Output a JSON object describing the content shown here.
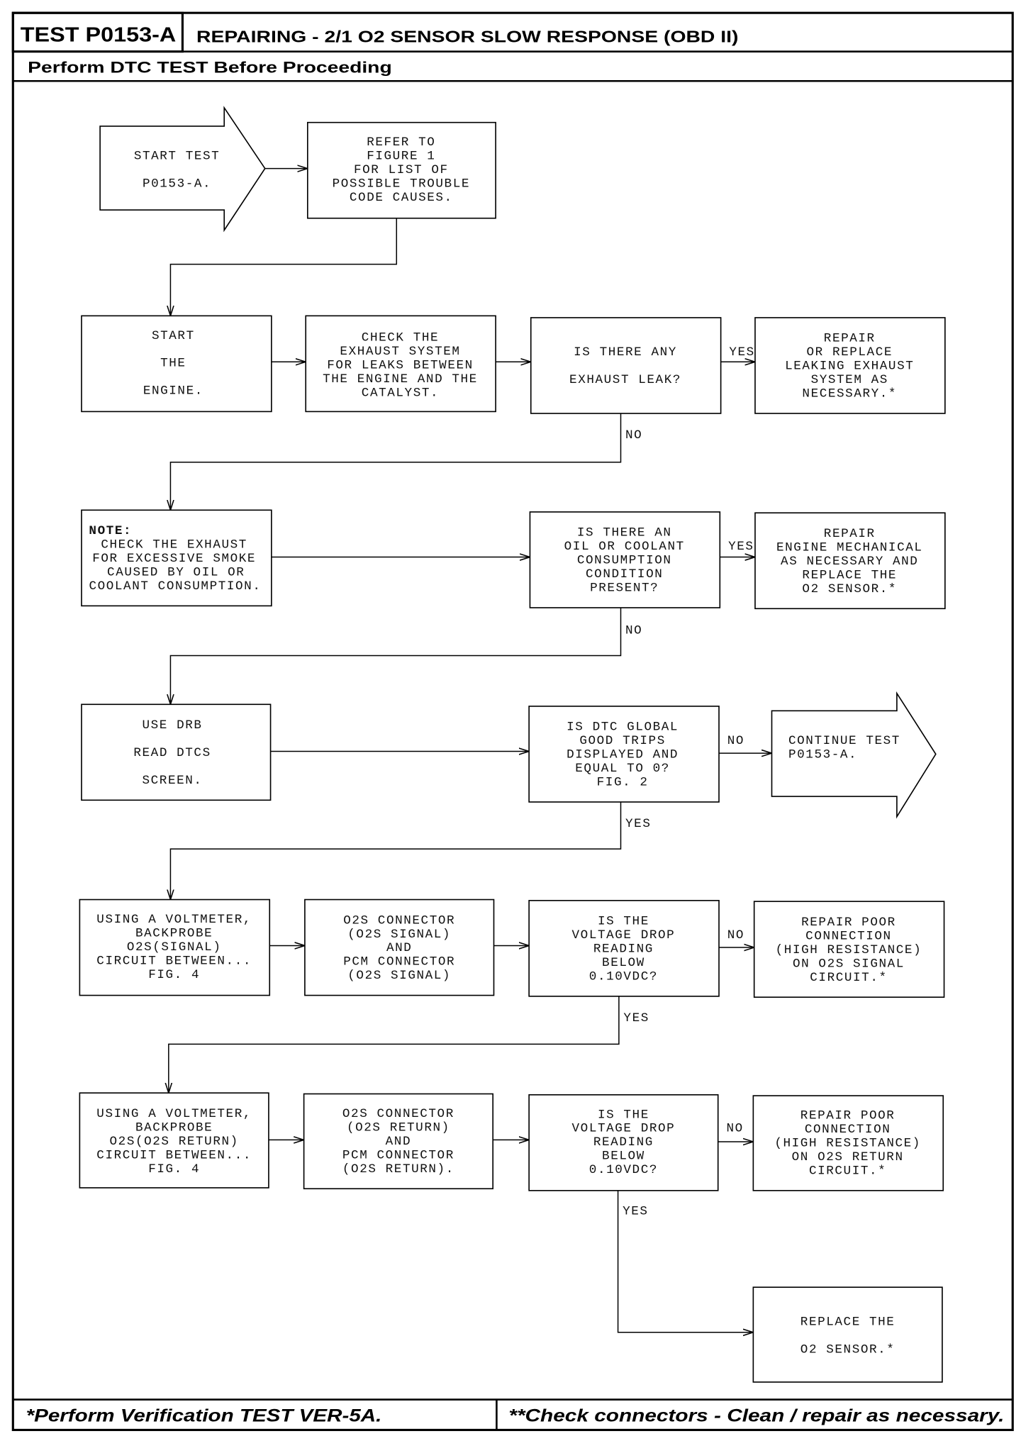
{
  "header": {
    "test_id": "TEST P0153-A",
    "title": "REPAIRING - 2/1 O2 SENSOR SLOW RESPONSE (OBD II)",
    "subtitle": "Perform DTC TEST Before Proceeding"
  },
  "flowchart": {
    "start_test": {
      "lines": [
        "START TEST",
        "P0153-A."
      ]
    },
    "refer_figure": {
      "lines": [
        "REFER TO",
        "FIGURE 1",
        "FOR LIST OF",
        "POSSIBLE TROUBLE",
        "CODE CAUSES."
      ]
    },
    "start_engine": {
      "lines": [
        "START",
        "THE",
        "ENGINE."
      ]
    },
    "check_exhaust": {
      "lines": [
        "CHECK THE",
        "EXHAUST SYSTEM",
        "FOR LEAKS BETWEEN",
        "THE ENGINE AND THE",
        "CATALYST."
      ]
    },
    "exhaust_leak_question": {
      "lines": [
        "IS THERE ANY",
        "EXHAUST LEAK?"
      ],
      "yes_label": "YES",
      "no_label": "NO"
    },
    "repair_exhaust": {
      "lines": [
        "REPAIR",
        "OR REPLACE",
        "LEAKING EXHAUST",
        "SYSTEM AS",
        "NECESSARY.*"
      ]
    },
    "note_smoke": {
      "heading": "NOTE:",
      "lines": [
        "CHECK THE EXHAUST",
        "FOR EXCESSIVE SMOKE",
        "CAUSED BY OIL OR",
        "COOLANT CONSUMPTION."
      ]
    },
    "consumption_question": {
      "lines": [
        "IS THERE AN",
        "OIL OR COOLANT",
        "CONSUMPTION",
        "CONDITION",
        "PRESENT?"
      ],
      "yes_label": "YES",
      "no_label": "NO"
    },
    "repair_engine": {
      "lines": [
        "REPAIR",
        "ENGINE MECHANICAL",
        "AS NECESSARY AND",
        "REPLACE THE",
        "O2 SENSOR.*"
      ]
    },
    "use_drb": {
      "lines": [
        "USE DRB",
        "READ DTCS",
        "SCREEN."
      ]
    },
    "good_trips_question": {
      "lines": [
        "IS DTC GLOBAL",
        "GOOD TRIPS",
        "DISPLAYED AND",
        "EQUAL TO 0?",
        "FIG. 2"
      ],
      "no_label": "NO",
      "yes_label": "YES"
    },
    "continue_test": {
      "lines": [
        "CONTINUE TEST",
        "P0153-A."
      ]
    },
    "signal_voltmeter": {
      "lines": [
        "USING A VOLTMETER,",
        "BACKPROBE",
        "O2S(SIGNAL)",
        "CIRCUIT BETWEEN...",
        "FIG. 4"
      ]
    },
    "signal_connectors": {
      "lines": [
        "O2S CONNECTOR",
        "(O2S SIGNAL)",
        "AND",
        "PCM CONNECTOR",
        "(O2S SIGNAL)"
      ]
    },
    "signal_drop_question": {
      "lines": [
        "IS THE",
        "VOLTAGE DROP",
        "READING",
        "BELOW",
        "0.10VDC?"
      ],
      "no_label": "NO",
      "yes_label": "YES"
    },
    "repair_signal": {
      "lines": [
        "REPAIR POOR",
        "CONNECTION",
        "(HIGH RESISTANCE)",
        "ON O2S SIGNAL",
        "CIRCUIT.*"
      ]
    },
    "return_voltmeter": {
      "lines": [
        "USING A VOLTMETER,",
        "BACKPROBE",
        "O2S(O2S RETURN)",
        "CIRCUIT BETWEEN...",
        "FIG. 4"
      ]
    },
    "return_connectors": {
      "lines": [
        "O2S CONNECTOR",
        "(O2S RETURN)",
        "AND",
        "PCM CONNECTOR",
        "(O2S RETURN)."
      ]
    },
    "return_drop_question": {
      "lines": [
        "IS THE",
        "VOLTAGE DROP",
        "READING",
        "BELOW",
        "0.10VDC?"
      ],
      "no_label": "NO",
      "yes_label": "YES"
    },
    "repair_return": {
      "lines": [
        "REPAIR POOR",
        "CONNECTION",
        "(HIGH RESISTANCE)",
        "ON O2S RETURN",
        "CIRCUIT.*"
      ]
    },
    "replace_sensor": {
      "lines": [
        "REPLACE THE",
        "O2 SENSOR.*"
      ]
    }
  },
  "footer": {
    "verification_note": "*Perform Verification TEST VER-5A.",
    "connector_note": "**Check connectors - Clean / repair as necessary."
  }
}
